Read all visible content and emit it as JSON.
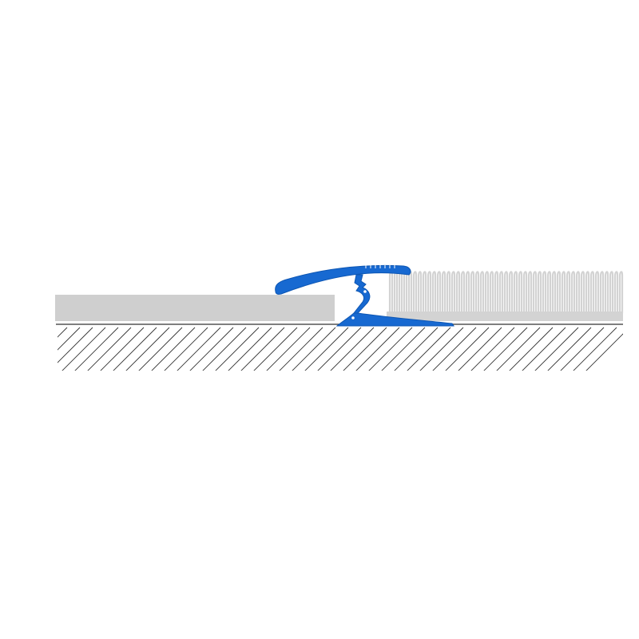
{
  "colors": {
    "background": "#ffffff",
    "floor_panel": "#cfcfcf",
    "carpet": "#d3d3d3",
    "profile": "#1769d1",
    "profile_outline": "#0d56b3",
    "hatch": "#333333"
  },
  "diagram": {
    "subject": "transition-profile-cross-section",
    "parts": [
      {
        "id": "hard-floor-panel",
        "material": "laminate-or-wood"
      },
      {
        "id": "transition-profile",
        "material": "metal-profile"
      },
      {
        "id": "carpet",
        "material": "carpet-pile"
      },
      {
        "id": "subfloor",
        "material": "concrete-hatched"
      }
    ]
  }
}
